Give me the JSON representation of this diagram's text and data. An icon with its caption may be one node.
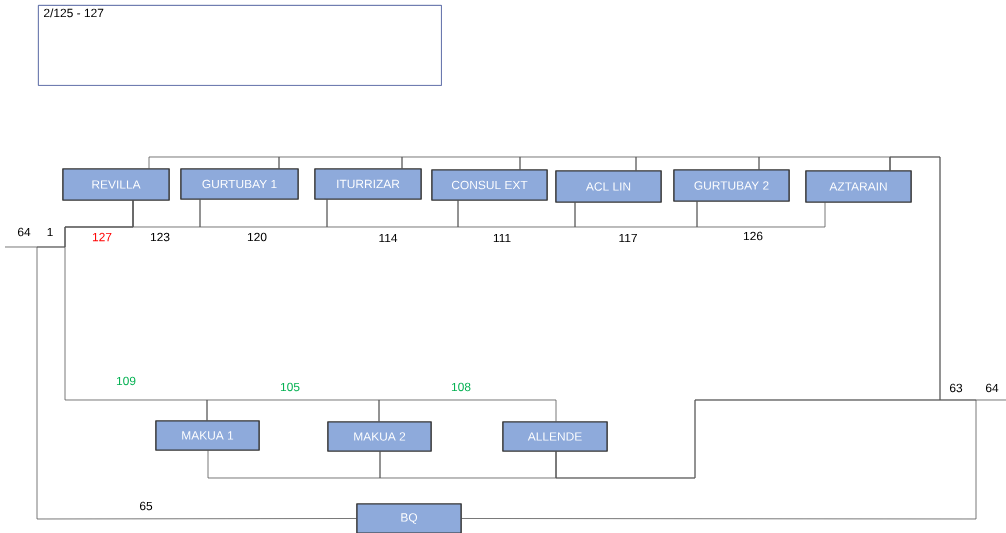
{
  "diagram": {
    "nodes": [
      {
        "text": [
          "2/125 - 127"
        ]
      },
      {
        "text": [
          "REVILLA"
        ]
      },
      {
        "text": [
          "GURTUBAY 1"
        ]
      },
      {
        "text": [
          "ITURRIZAR"
        ]
      },
      {
        "text": [
          "CONSUL EXT"
        ]
      },
      {
        "text": [
          "ACL LIN"
        ]
      },
      {
        "text": [
          "GURTUBAY 2"
        ]
      },
      {
        "text": [
          "AZTARAIN"
        ]
      },
      {
        "text": [
          "MAKUA 1"
        ]
      },
      {
        "text": [
          "MAKUA 2"
        ]
      },
      {
        "text": [
          "ALLENDE"
        ]
      },
      {
        "text": [
          "BQ"
        ]
      }
    ],
    "edges": [
      {
        "from": 1,
        "to": 2,
        "arrow": "none"
      },
      {
        "from": 2,
        "to": 3,
        "arrow": "none"
      },
      {
        "from": 3,
        "to": 4,
        "arrow": "none"
      },
      {
        "from": 4,
        "to": 5,
        "arrow": "none"
      },
      {
        "from": 5,
        "to": 6,
        "arrow": "none"
      },
      {
        "from": 6,
        "to": 7,
        "arrow": "none"
      },
      {
        "from": 1,
        "to": 2,
        "arrow": "none"
      },
      {
        "from": 2,
        "to": 3,
        "arrow": "none"
      },
      {
        "from": 3,
        "to": 4,
        "arrow": "none"
      },
      {
        "from": 4,
        "to": 5,
        "arrow": "none"
      },
      {
        "from": 5,
        "to": 6,
        "arrow": "none"
      },
      {
        "from": 6,
        "to": 7,
        "arrow": "none"
      },
      {
        "from": 7,
        "to": 10,
        "arrow": "none"
      },
      {
        "from": 7,
        "to": null,
        "arrow": "none"
      },
      {
        "from": 10,
        "to": 9,
        "arrow": "none"
      },
      {
        "from": 9,
        "to": 8,
        "arrow": "none"
      },
      {
        "from": 11,
        "to": 10,
        "arrow": "none"
      },
      {
        "from": 1,
        "to": 8,
        "arrow": "none"
      },
      {
        "from": 8,
        "to": 9,
        "arrow": "none"
      },
      {
        "from": 9,
        "to": 10,
        "arrow": "none"
      },
      {
        "from": 11,
        "to": 1,
        "arrow": "none"
      },
      {
        "from": null,
        "to": 1,
        "arrow": "none"
      }
    ],
    "labels": [
      "64",
      "1",
      "127",
      "123",
      "120",
      "114",
      "111",
      "117",
      "126",
      "109",
      "105",
      "108",
      "63",
      "64",
      "65"
    ]
  }
}
